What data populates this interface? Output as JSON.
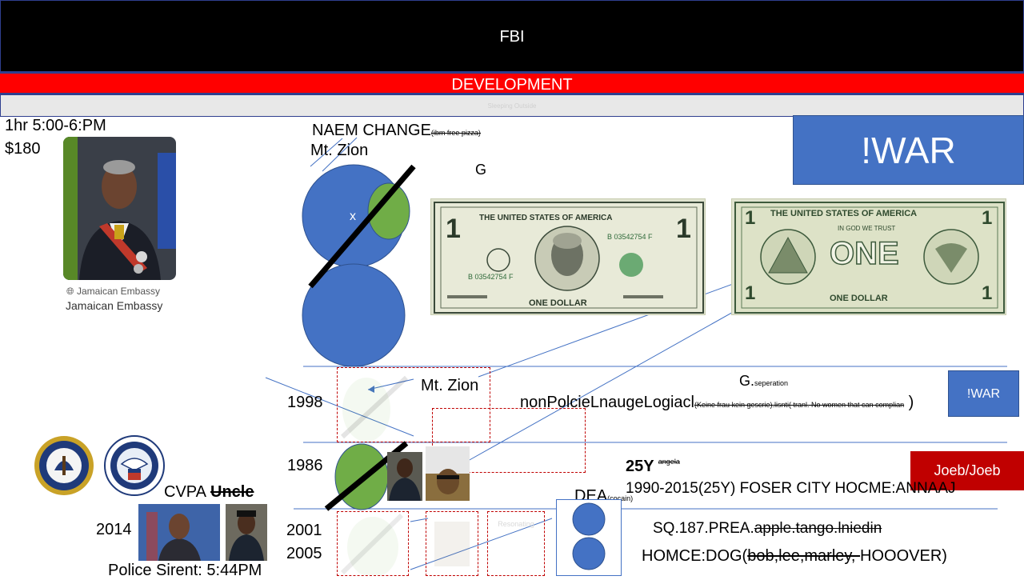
{
  "header": {
    "title": "FBI",
    "banner": "DEVELOPMENT",
    "subtitle": "Sleeping Outside"
  },
  "left": {
    "time": "1hr 5:00-6:PM",
    "price": "$180",
    "photo_credit": "Jamaican Embassy",
    "photo_caption": "Jamaican Embassy",
    "cvpa": "CVPA",
    "uncle": "Uncle",
    "year_2014": "2014",
    "police_sirent": "Police Sirent: 5:44PM"
  },
  "center": {
    "name_change": "NAEM CHANGE",
    "name_change_note": "(ibm free pizza)",
    "mt_zion_top": "Mt. Zion",
    "x_mark": "x",
    "g_label": "G",
    "mt_zion_mid": "Mt. Zion",
    "years": [
      "1998",
      "1986",
      "2001",
      "2005"
    ],
    "dea": "DEA",
    "dea_note": "(cocain)",
    "faded_label": "Resonating"
  },
  "right": {
    "war_big": "!WAR",
    "war_small": "!WAR",
    "joeb": "Joeb/Joeb",
    "g_sep": "G.",
    "g_sep_note": "seperation",
    "nonpolice": "nonPolcieLnaugeLogiacl",
    "nonpolice_note": "(Keine frau kein gescrie).lisnti( tranl. No women that can complian",
    "nonpolice_end": ")",
    "y25": "25Y",
    "angela": "angela",
    "foser": "1990-2015(25Y)  FOSER CITY HOCME:ANNAAJ",
    "sq_prefix": "SQ.187.PREA.",
    "sq_struck": "apple.tango.lniedin",
    "homce_prefix": "HOMCE:DOG(",
    "homce_struck": "bob,lee,marley, ",
    "homce_suffix": "HOOOVER)"
  },
  "bills": {
    "front_series": "B 03542754 F",
    "front_title": "THE UNITED STATES OF AMERICA",
    "front_bottom": "ONE DOLLAR",
    "back_title": "THE UNITED STATES OF AMERICA",
    "back_motto": "IN GOD WE TRUST",
    "back_center": "ONE",
    "back_bottom": "ONE DOLLAR",
    "denomination": "1"
  },
  "colors": {
    "accent_blue": "#4472c4",
    "circle_green": "#70ad47",
    "banner_red": "#ff0000",
    "button_red": "#c00000"
  },
  "icons": [
    "navy-seal-icon",
    "homeland-security-seal-icon",
    "globe-icon"
  ]
}
